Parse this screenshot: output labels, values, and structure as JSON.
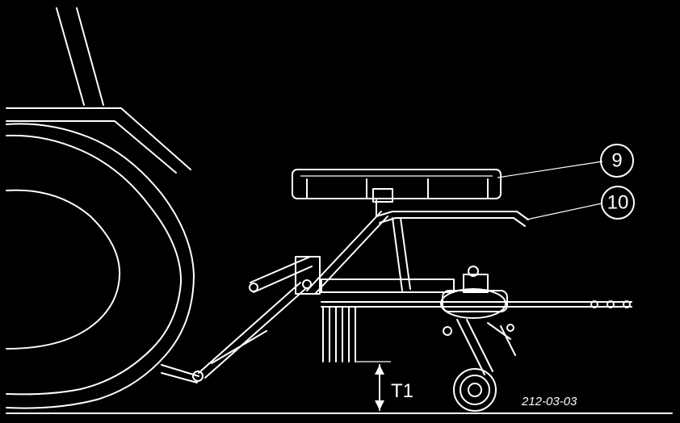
{
  "figure": {
    "callouts": [
      {
        "id": "9",
        "label": "9"
      },
      {
        "id": "10",
        "label": "10"
      }
    ],
    "dimension_label": "T1",
    "figure_code": "212-03-03"
  },
  "colors": {
    "background": "#000000",
    "line": "#ffffff"
  }
}
